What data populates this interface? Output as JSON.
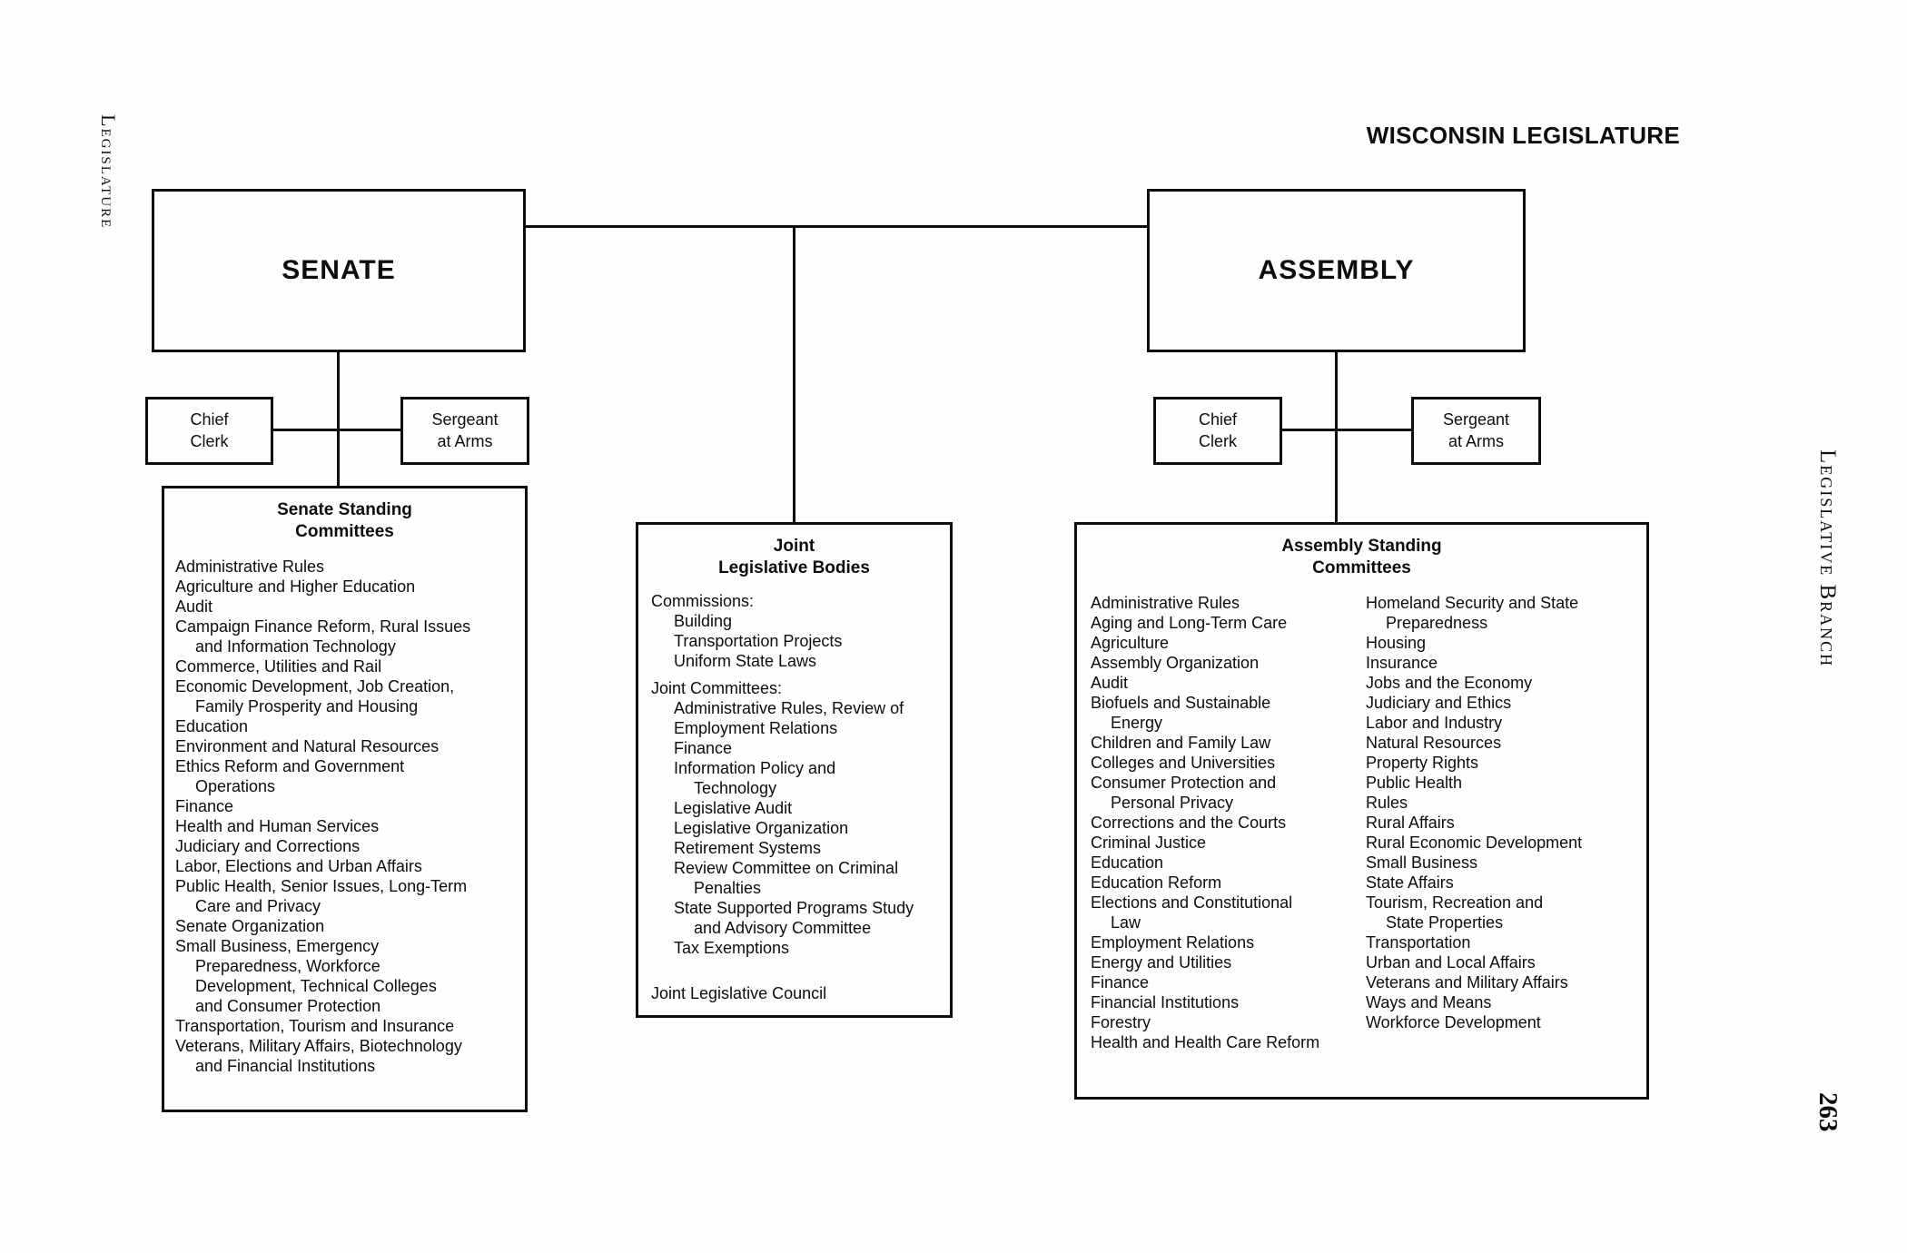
{
  "header": {
    "title": "WISCONSIN LEGISLATURE"
  },
  "margins": {
    "left": "Legislature",
    "right": "Legislative Branch",
    "page_number": "263"
  },
  "senate": {
    "title": "SENATE",
    "chief_clerk": "Chief\nClerk",
    "sergeant_at_arms": "Sergeant\nat Arms",
    "committees": {
      "title": "Senate Standing\nCommittees",
      "items": [
        "Administrative Rules",
        "Agriculture and Higher Education",
        "Audit",
        "Campaign Finance Reform, Rural Issues\nand Information Technology",
        "Commerce, Utilities and Rail",
        "Economic Development, Job Creation,\nFamily Prosperity and Housing",
        "Education",
        "Environment and Natural Resources",
        "Ethics Reform and Government\nOperations",
        "Finance",
        "Health and Human Services",
        "Judiciary and Corrections",
        "Labor, Elections and Urban Affairs",
        "Public Health, Senior Issues, Long-Term\nCare and Privacy",
        "Senate Organization",
        "Small Business, Emergency\nPreparedness, Workforce\nDevelopment, Technical Colleges\nand Consumer Protection",
        "Transportation, Tourism and Insurance",
        "Veterans, Military Affairs, Biotechnology\nand Financial Institutions"
      ]
    }
  },
  "assembly": {
    "title": "ASSEMBLY",
    "chief_clerk": "Chief\nClerk",
    "sergeant_at_arms": "Sergeant\nat Arms",
    "committees": {
      "title": "Assembly Standing\nCommittees",
      "column1": [
        "Administrative Rules",
        "Aging and Long-Term Care",
        "Agriculture",
        "Assembly Organization",
        "Audit",
        "Biofuels and Sustainable\nEnergy",
        "Children and Family Law",
        "Colleges and Universities",
        "Consumer Protection and\nPersonal Privacy",
        "Corrections and the Courts",
        "Criminal Justice",
        "Education",
        "Education Reform",
        "Elections and Constitutional\nLaw",
        "Employment Relations",
        "Energy and Utilities",
        "Finance",
        "Financial Institutions",
        "Forestry",
        "Health and Health Care Reform"
      ],
      "column2": [
        "Homeland Security and State\nPreparedness",
        "Housing",
        "Insurance",
        "Jobs and the Economy",
        "Judiciary and Ethics",
        "Labor and Industry",
        "Natural Resources",
        "Property Rights",
        "Public Health",
        "Rules",
        "Rural Affairs",
        "Rural Economic Development",
        "Small Business",
        "State Affairs",
        "Tourism, Recreation and\nState Properties",
        "Transportation",
        "Urban and Local Affairs",
        "Veterans and Military Affairs",
        "Ways and Means",
        "Workforce Development"
      ]
    }
  },
  "joint": {
    "title": "Joint\nLegislative Bodies",
    "commissions_label": "Commissions:",
    "commissions": [
      "Building",
      "Transportation Projects",
      "Uniform State Laws"
    ],
    "joint_committees_label": "Joint Committees:",
    "joint_committees": [
      "Administrative Rules, Review of",
      "Employment Relations",
      "Finance",
      "Information Policy and\nTechnology",
      "Legislative Audit",
      "Legislative Organization",
      "Retirement Systems",
      "Review Committee on Criminal\nPenalties",
      "State Supported Programs Study\nand Advisory Committee",
      "Tax Exemptions"
    ],
    "council": "Joint Legislative Council"
  }
}
